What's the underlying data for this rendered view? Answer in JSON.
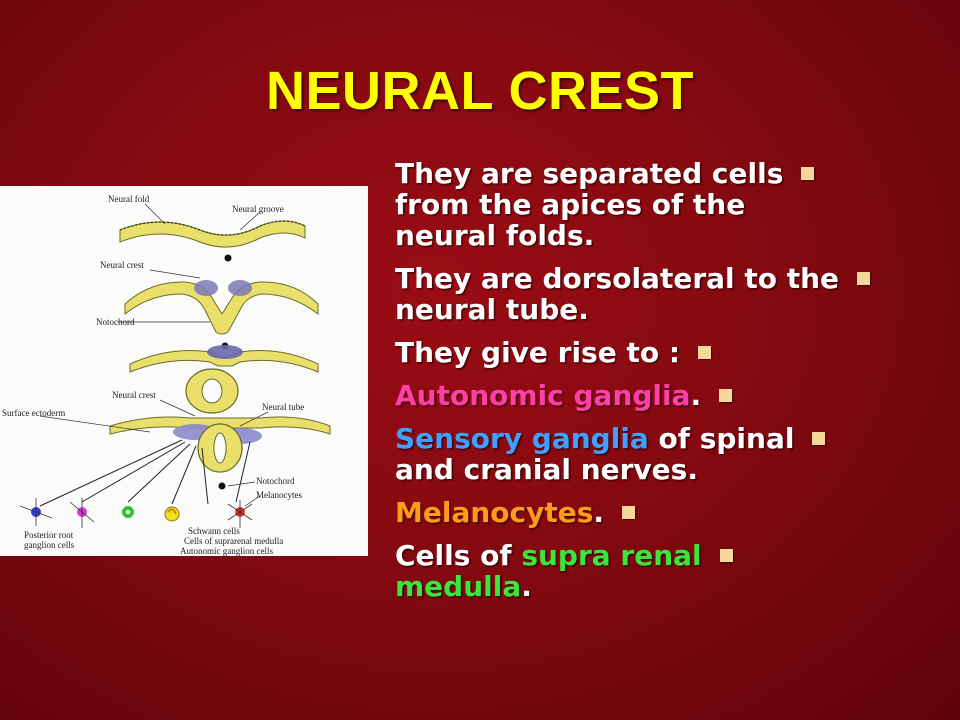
{
  "slide": {
    "title": "NEURAL CREST"
  },
  "figure": {
    "labels": {
      "neural_fold": "Neural fold",
      "neural_groove": "Neural groove",
      "neural_crest_top": "Neural crest",
      "notochord_top": "Notochord",
      "neural_crest_mid": "Neural crest",
      "neural_tube": "Neural tube",
      "surface_ectoderm": "Surface ectoderm",
      "notochord_bottom": "Notochord",
      "melanocytes": "Melanocytes",
      "schwann_cells": "Schwann cells",
      "suprarenal_medulla": "Cells of suprarenal medulla",
      "autonomic_ganglion": "Autonomic ganglion cells",
      "posterior_root_1": "Posterior root",
      "posterior_root_2": "ganglion cells"
    }
  },
  "bullets": [
    {
      "segments": [
        {
          "text": "They are separated cells",
          "color": "#ffffff"
        }
      ],
      "line2": "from the apices of the",
      "line3": "neural folds."
    },
    {
      "segments": [
        {
          "text": "They are dorsolateral to the",
          "color": "#ffffff"
        }
      ],
      "line2": "neural tube."
    },
    {
      "segments": [
        {
          "text": "They give rise to :",
          "color": "#ffffff"
        }
      ]
    },
    {
      "segments": [
        {
          "text": "Autonomic ganglia",
          "color": "#ff3fa8"
        },
        {
          "text": ".",
          "color": "#ffffff"
        }
      ]
    },
    {
      "segments": [
        {
          "text": "Sensory ganglia",
          "color": "#3fa0ff"
        },
        {
          "text": " of spinal",
          "color": "#ffffff"
        }
      ],
      "line2": "and cranial nerves."
    },
    {
      "segments": [
        {
          "text": "Melanocytes",
          "color": "#ff9a1a"
        },
        {
          "text": ".",
          "color": "#ffffff"
        }
      ]
    },
    {
      "segments": [
        {
          "text": "Cells of ",
          "color": "#ffffff"
        },
        {
          "text": "supra renal",
          "color": "#39e639"
        }
      ],
      "line2_segments": [
        {
          "text": "medulla",
          "color": "#39e639"
        },
        {
          "text": ".",
          "color": "#ffffff"
        }
      ]
    }
  ],
  "colors": {
    "title": "#ffff00",
    "bullet_marker": "#f7d89c",
    "background": "#840910"
  }
}
